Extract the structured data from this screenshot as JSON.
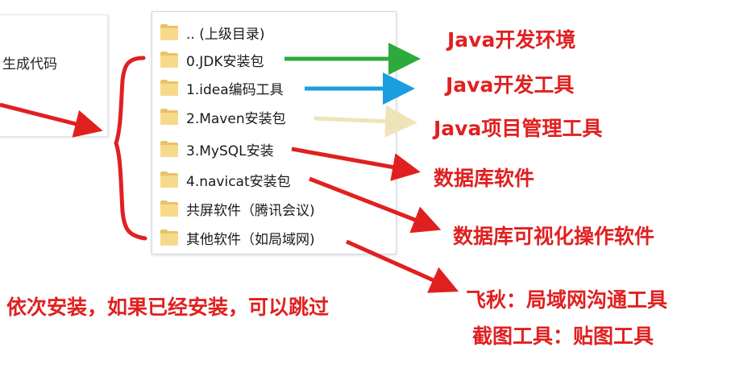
{
  "left_panel": {
    "text": "生成代码"
  },
  "explorer": {
    "items": [
      {
        "label": ".. (上级目录)"
      },
      {
        "label": "0.JDK安装包"
      },
      {
        "label": "1.idea编码工具"
      },
      {
        "label": "2.Maven安装包"
      },
      {
        "label": "3.MySQL安装"
      },
      {
        "label": "4.navicat安装包"
      },
      {
        "label": "共屏软件（腾讯会议)"
      },
      {
        "label": "其他软件（如局域网)"
      }
    ]
  },
  "annotations": {
    "java_env": "Java开发环境",
    "java_tool": "Java开发工具",
    "java_pm": "Java项目管理工具",
    "db_soft": "数据库软件",
    "db_visual": "数据库可视化操作软件",
    "feiqiu": "飞秋：局域网沟通工具",
    "screenshot": "截图工具：贴图工具",
    "install_note": "依次安装，如果已经安装，可以跳过"
  },
  "colors": {
    "annotation_red": "#e02020",
    "arrow_green": "#2eaa3c",
    "arrow_blue": "#1a9ee0",
    "arrow_beige": "#efe3b8",
    "arrow_red": "#e02020",
    "folder_yellow": "#f7d98a"
  },
  "icons": {
    "folder": "folder-icon"
  }
}
